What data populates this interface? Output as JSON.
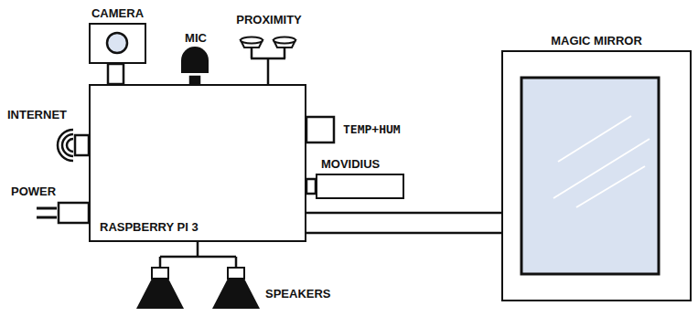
{
  "diagram": {
    "nodes": [
      {
        "text": [
          "CAMERA"
        ]
      },
      {
        "text": [
          "MIC"
        ]
      },
      {
        "text": [
          "PROXIMITY"
        ]
      },
      {
        "text": [
          "INTERNET"
        ]
      },
      {
        "text": [
          "TEMP+HUM"
        ]
      },
      {
        "text": [
          "MOVIDIUS"
        ]
      },
      {
        "text": [
          "POWER"
        ]
      },
      {
        "text": [
          "RASPBERRY PI 3"
        ]
      },
      {
        "text": [
          "SPEAKERS"
        ]
      },
      {
        "text": [
          "MAGIC MIRROR"
        ]
      }
    ],
    "edges": [
      {
        "from": 7,
        "to": 0,
        "arrow": "none"
      },
      {
        "from": 7,
        "to": 1,
        "arrow": "none"
      },
      {
        "from": 7,
        "to": 2,
        "arrow": "none"
      },
      {
        "from": 7,
        "to": 3,
        "arrow": "none"
      },
      {
        "from": 7,
        "to": 4,
        "arrow": "none"
      },
      {
        "from": 7,
        "to": 5,
        "arrow": "none"
      },
      {
        "from": 7,
        "to": 6,
        "arrow": "none"
      },
      {
        "from": 7,
        "to": 8,
        "arrow": "none"
      },
      {
        "from": 7,
        "to": 9,
        "arrow": "none"
      }
    ]
  }
}
